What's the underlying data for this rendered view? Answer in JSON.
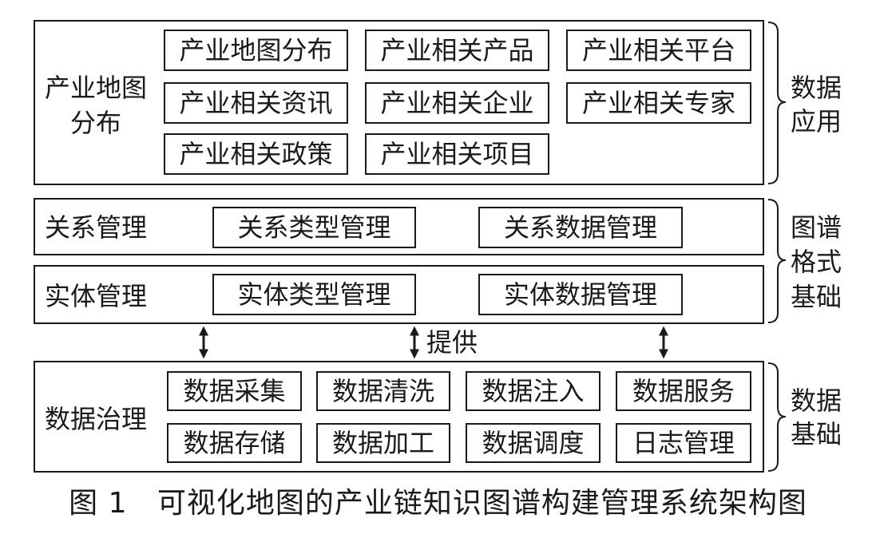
{
  "layers": {
    "application": {
      "panel_label_line1": "产业地图",
      "panel_label_line2": "分布",
      "boxes": [
        "产业地图分布",
        "产业相关产品",
        "产业相关平台",
        "产业相关资讯",
        "产业相关企业",
        "产业相关专家",
        "产业相关政策",
        "产业相关项目"
      ],
      "side_label_line1": "数据",
      "side_label_line2": "应用"
    },
    "relation": {
      "panel_label": "关系管理",
      "boxes": [
        "关系类型管理",
        "关系数据管理"
      ]
    },
    "entity": {
      "panel_label": "实体管理",
      "boxes": [
        "实体类型管理",
        "实体数据管理"
      ]
    },
    "graph_side_label_line1": "图谱",
    "graph_side_label_line2": "格式",
    "graph_side_label_line3": "基础",
    "provide_label": "提供",
    "governance": {
      "panel_label": "数据治理",
      "boxes": [
        "数据采集",
        "数据清洗",
        "数据注入",
        "数据服务",
        "数据存储",
        "数据加工",
        "数据调度",
        "日志管理"
      ],
      "side_label_line1": "数据",
      "side_label_line2": "基础"
    }
  },
  "caption": "图 1   可视化地图的产业链知识图谱构建管理系统架构图"
}
